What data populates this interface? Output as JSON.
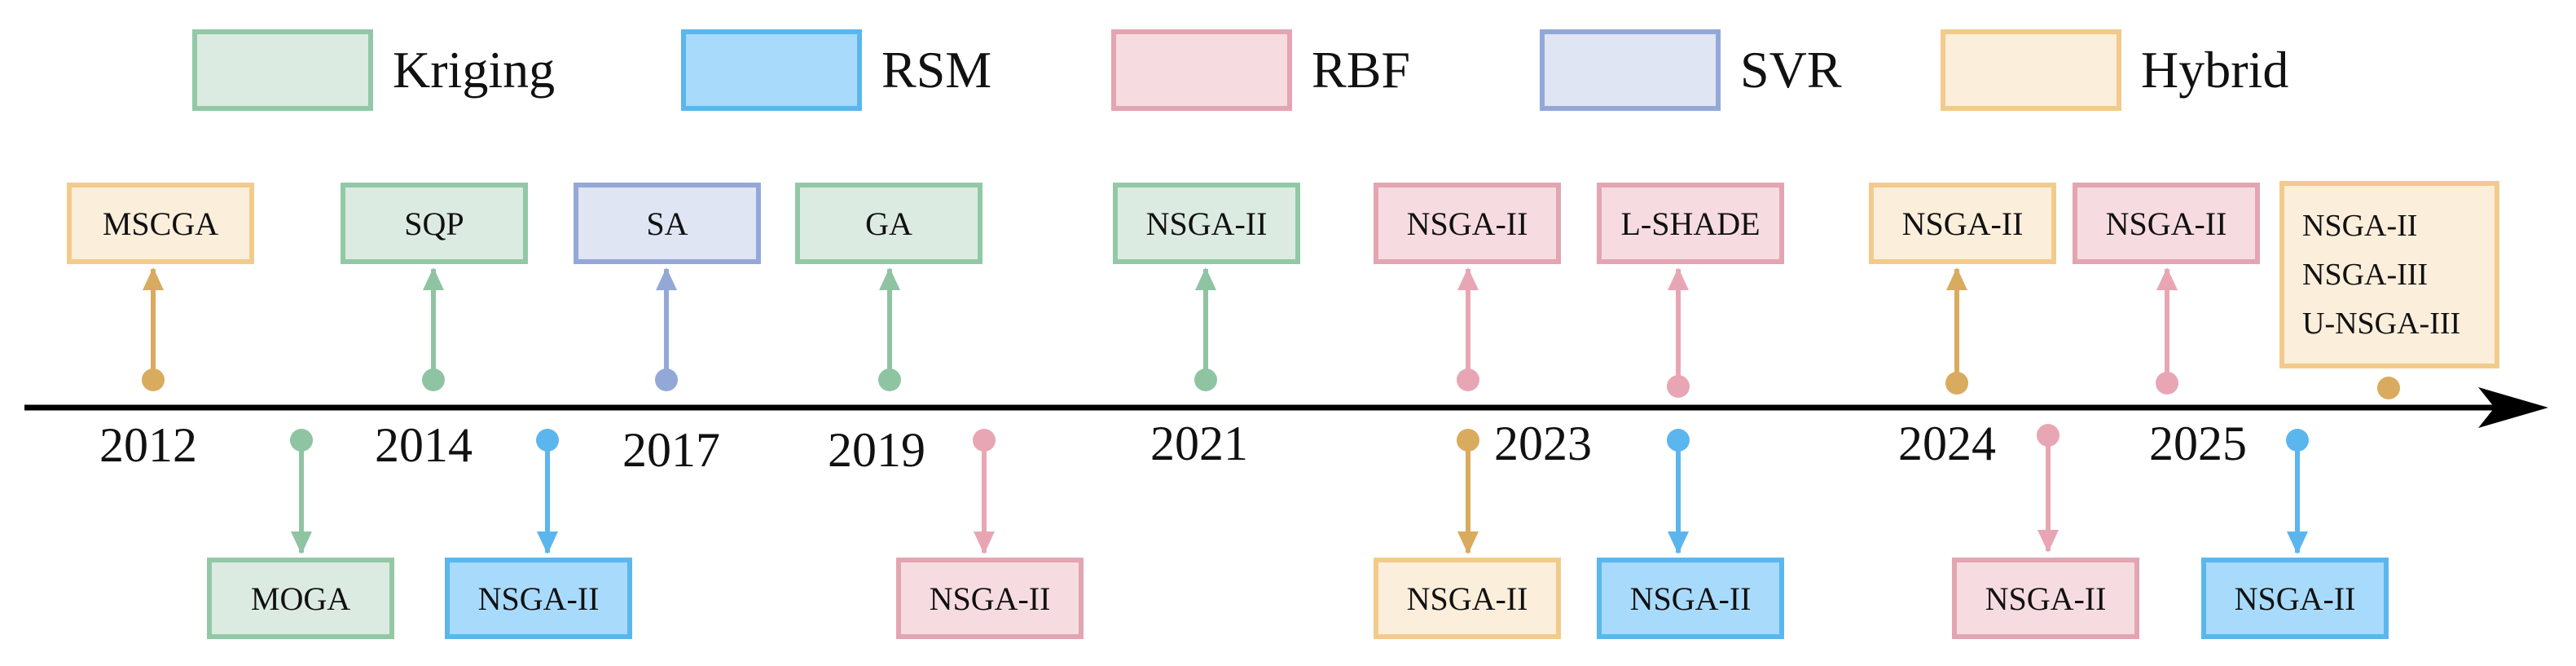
{
  "legend": [
    {
      "key": "kriging",
      "label": "Kriging"
    },
    {
      "key": "rsm",
      "label": "RSM"
    },
    {
      "key": "rbf",
      "label": "RBF"
    },
    {
      "key": "svr",
      "label": "SVR"
    },
    {
      "key": "hybrid",
      "label": "Hybrid"
    }
  ],
  "colors": {
    "kriging": {
      "fill": "#dcebe1",
      "stroke": "#93c8a6",
      "marker": "#8fc4a3"
    },
    "rsm": {
      "fill": "#a8dafb",
      "stroke": "#5cb6ee",
      "marker": "#5cb6ee"
    },
    "rbf": {
      "fill": "#f6dce0",
      "stroke": "#e2a5b1",
      "marker": "#e8a6b4"
    },
    "svr": {
      "fill": "#dfe5f2",
      "stroke": "#94a8d8",
      "marker": "#94a8d8"
    },
    "hybrid": {
      "fill": "#fbeedb",
      "stroke": "#f2cb8c",
      "marker": "#d9ab5e"
    }
  },
  "years": [
    "2012",
    "2014",
    "2017",
    "2019",
    "2021",
    "2023",
    "2024",
    "2025"
  ],
  "events_above": [
    {
      "type": "hybrid",
      "labels": [
        "MSCGA"
      ]
    },
    {
      "type": "kriging",
      "labels": [
        "SQP"
      ]
    },
    {
      "type": "svr",
      "labels": [
        "SA"
      ]
    },
    {
      "type": "kriging",
      "labels": [
        "GA"
      ]
    },
    {
      "type": "kriging",
      "labels": [
        "NSGA-II"
      ]
    },
    {
      "type": "rbf",
      "labels": [
        "NSGA-II"
      ]
    },
    {
      "type": "rbf",
      "labels": [
        "L-SHADE"
      ]
    },
    {
      "type": "hybrid",
      "labels": [
        "NSGA-II"
      ]
    },
    {
      "type": "rbf",
      "labels": [
        "NSGA-II"
      ]
    },
    {
      "type": "hybrid",
      "labels": [
        "NSGA-II",
        "NSGA-III",
        "U-NSGA-III"
      ]
    }
  ],
  "events_below": [
    {
      "type": "kriging",
      "labels": [
        "MOGA"
      ]
    },
    {
      "type": "rsm",
      "labels": [
        "NSGA-II"
      ]
    },
    {
      "type": "rbf",
      "labels": [
        "NSGA-II"
      ]
    },
    {
      "type": "hybrid",
      "labels": [
        "NSGA-II"
      ]
    },
    {
      "type": "rsm",
      "labels": [
        "NSGA-II"
      ]
    },
    {
      "type": "rbf",
      "labels": [
        "NSGA-II"
      ]
    },
    {
      "type": "rsm",
      "labels": [
        "NSGA-II"
      ]
    }
  ]
}
